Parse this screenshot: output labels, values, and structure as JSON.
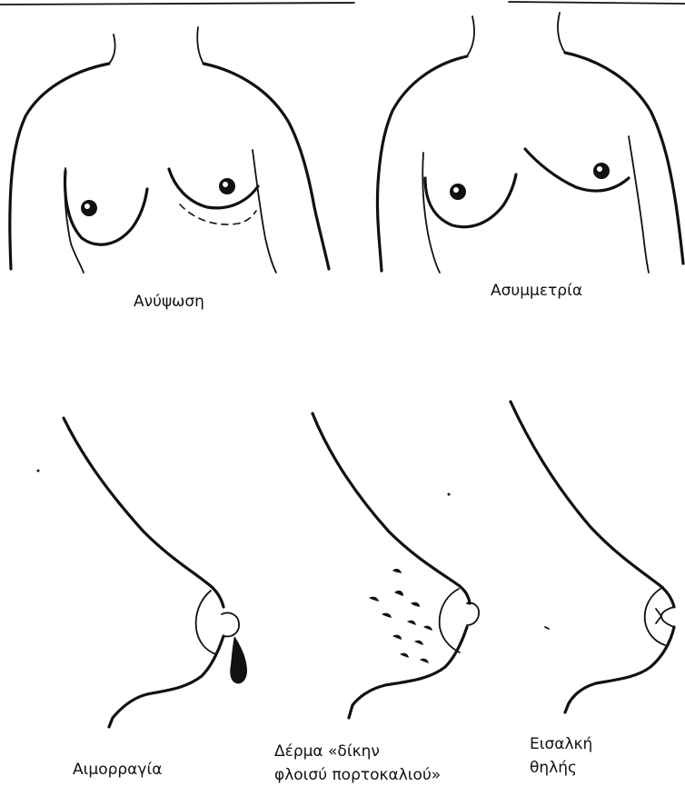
{
  "labels": {
    "elevation": "Ανύψωση",
    "asymmetry": "Ασυμμετρία",
    "bleeding": "Αιμορραγία",
    "orange_peel_line1": "Δέρμα «δίκην",
    "orange_peel_line2": "φλοισύ πορτοκαλιού»",
    "retracted_nipple_line1": "Εισαλκή",
    "retracted_nipple_line2": "θηλής"
  }
}
